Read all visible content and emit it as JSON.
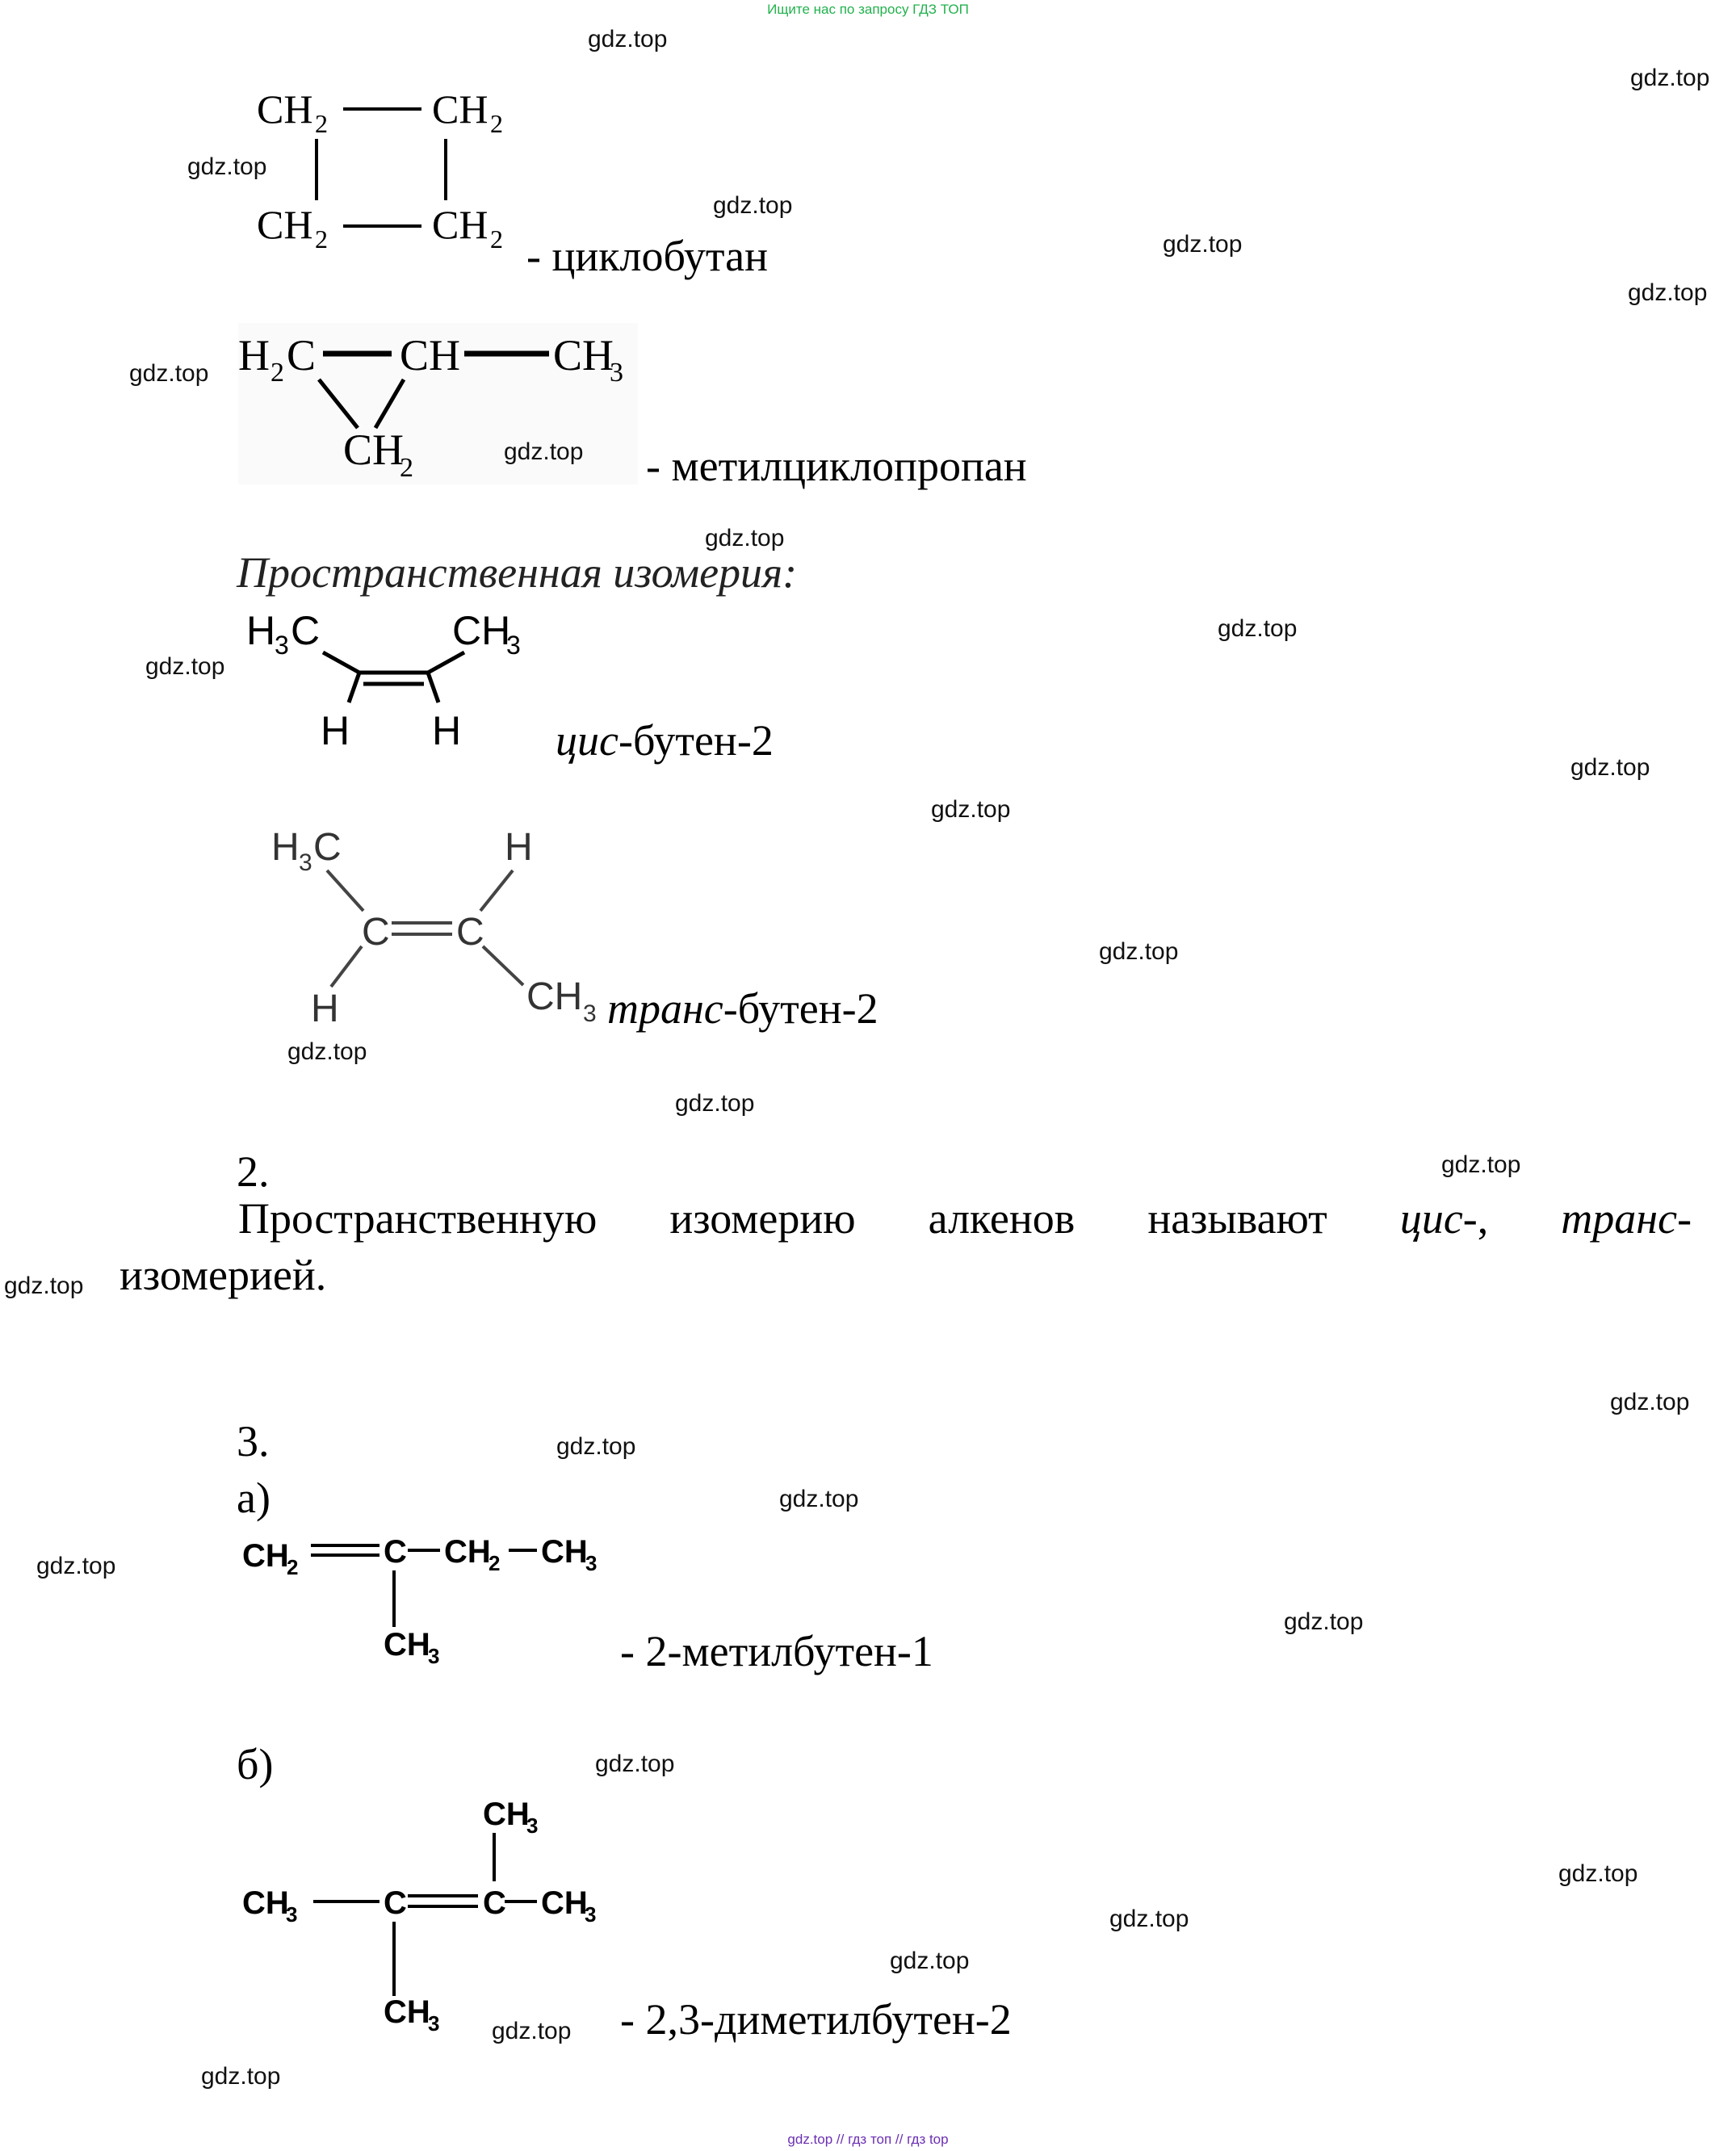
{
  "banner_top": "Ищите нас по запросу ГДЗ ТОП",
  "banner_bottom": "gdz.top  //  гдз топ  //  гдз top",
  "watermark": "gdz.top",
  "structures": {
    "cyclobutan": {
      "atoms": [
        "CH",
        "2",
        "CH",
        "2",
        "CH",
        "2",
        "CH",
        "2"
      ],
      "name": "- циклобутан"
    },
    "methylcyclopropan": {
      "atoms": [
        "H",
        "2",
        "C",
        "CH",
        "CH",
        "3",
        "CH",
        "2"
      ],
      "name": "- метилциклопропан"
    }
  },
  "spatial_heading": "Пространственная изомерия:",
  "cis": {
    "atoms": [
      "H",
      "3",
      "C",
      "CH",
      "3",
      "H",
      "H"
    ],
    "name_italic": "цис",
    "name_rest": "-бутен-2"
  },
  "trans": {
    "atoms": [
      "H",
      "3",
      "C",
      "H",
      "C",
      "C",
      "H",
      "CH",
      "3"
    ],
    "name_italic": "транс",
    "name_rest": "-бутен-2"
  },
  "section2": {
    "number": "2.",
    "sentence_words": [
      "Пространственную",
      "изомерию",
      "алкенов",
      "называют"
    ],
    "cis_word": "цис",
    "cis_suffix": "-,",
    "trans_word": "транс",
    "trans_suffix": "-",
    "continuation": "изомерией."
  },
  "section3": {
    "number": "3.",
    "part_a": {
      "label": "а)",
      "atoms": [
        "CH",
        "2",
        "C",
        "CH",
        "2",
        "CH",
        "3",
        "CH",
        "3"
      ],
      "name": "- 2-метилбутен-1"
    },
    "part_b": {
      "label": "б)",
      "atoms": [
        "CH",
        "3",
        "CH",
        "3",
        "C",
        "C",
        "CH",
        "3",
        "CH",
        "3"
      ],
      "name": "- 2,3-диметилбутен-2"
    }
  }
}
